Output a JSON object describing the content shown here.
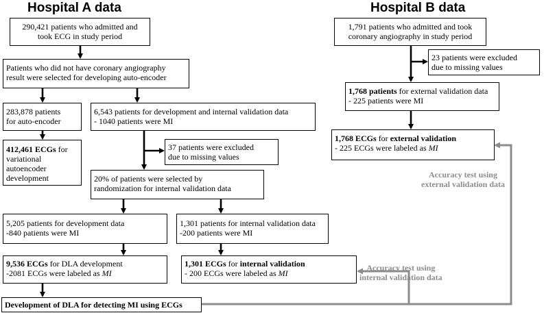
{
  "titles": {
    "hospital_a": "Hospital A data",
    "hospital_b": "Hospital B data"
  },
  "hospital_a": {
    "admitted": [
      "290,421 patients who admitted and",
      "took ECG in study period"
    ],
    "no_angio": [
      "Patients who did not have coronary angiography",
      "result were selected for developing auto-encoder"
    ],
    "autoencoder_patients": [
      "283,878 patients",
      "for auto-encoder"
    ],
    "ae_ecgs": {
      "bold": "412,461 ECGs",
      "rest": " for",
      "lines": [
        "variational",
        "autoencoder",
        "development"
      ]
    },
    "dev_internal": [
      "6,543 patients for development and internal validation data",
      "- 1040 patients were MI"
    ],
    "excluded": [
      "37 patients were excluded",
      "due to missing values"
    ],
    "randomization": [
      "20% of patients were selected by",
      "randomization for internal validation data"
    ],
    "dev_patients": [
      "5,205 patients for development data",
      "-840 patients were MI"
    ],
    "internal_patients": [
      "1,301 patients for internal validation data",
      "-200 patients were MI"
    ],
    "dla_ecgs": {
      "bold": "9,536 ECGs",
      "rest": " for DLA development",
      "line2_pre": "-2081 ECGs were labeled as ",
      "line2_em": "MI"
    },
    "internal_ecgs": {
      "bold1": "1,301 ECGs",
      "mid": " for ",
      "bold2": "internal validation",
      "line2_pre": "- 200 ECGs were labeled as ",
      "line2_em": "MI"
    },
    "development": "Development of DLA for detecting MI using ECGs"
  },
  "hospital_b": {
    "admitted": [
      "1,791 patients who admitted and took",
      "coronary angiography in study period"
    ],
    "excluded": [
      "23 patients were excluded",
      "due to missing values"
    ],
    "external_patients": {
      "bold": "1,768 patients",
      "rest": " for external validation data",
      "line2": "- 225 patients were MI"
    },
    "external_ecgs": {
      "bold1": "1,768 ECGs",
      "mid": " for ",
      "bold2": "external validation",
      "line2_pre": "- 225 ECGs were labeled as ",
      "line2_em": "MI"
    }
  },
  "notes": {
    "external": [
      "Accuracy test using",
      "external validation  data"
    ],
    "internal": [
      "Accuracy test using",
      "internal validation  data"
    ]
  },
  "colors": {
    "line": "#000000",
    "accuracy_arrow": "#8c8c8c"
  }
}
